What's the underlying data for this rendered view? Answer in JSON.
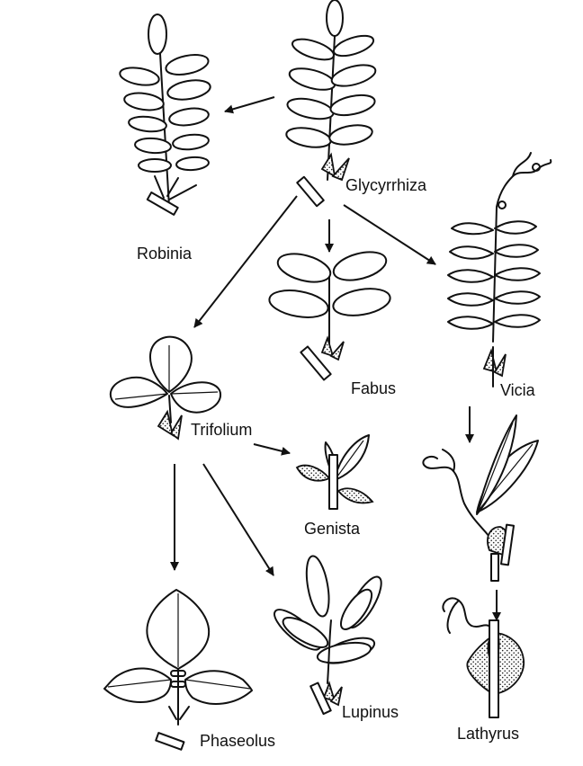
{
  "labels": {
    "robinia": "Robinia",
    "glycyrrhiza": "Glycyrrhiza",
    "fabus": "Fabus",
    "vicia": "Vicia",
    "trifolium": "Trifolium",
    "genista": "Genista",
    "lupinus": "Lupinus",
    "phaseolus": "Phaseolus",
    "lathyrus": "Lathyrus"
  }
}
